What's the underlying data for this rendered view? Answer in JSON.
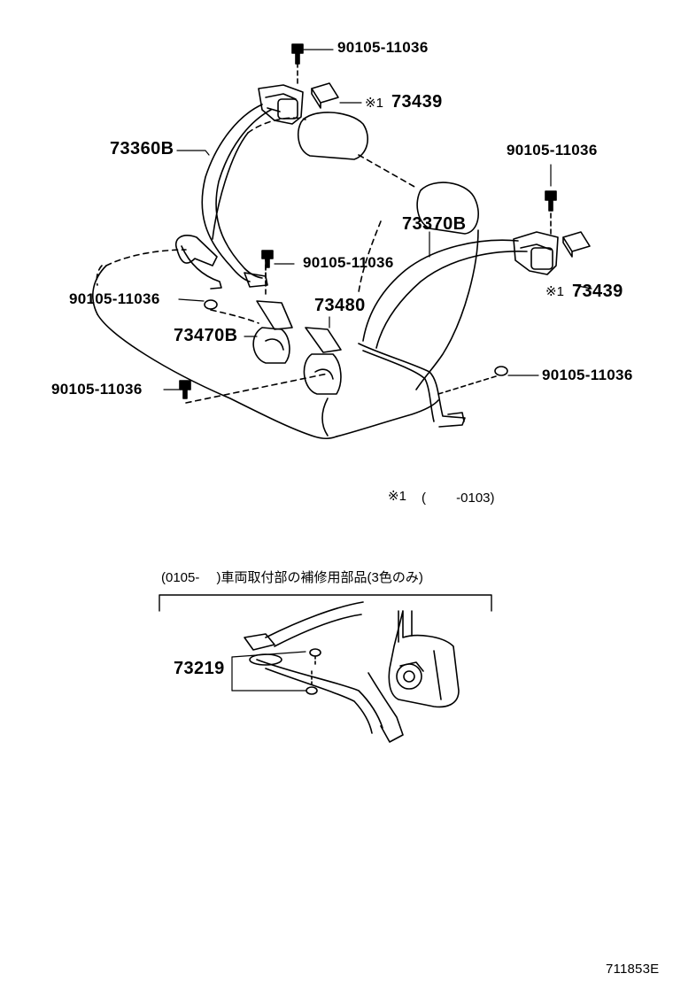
{
  "labels": {
    "bolt_top": "90105-11036",
    "pad_top_mark": "※1",
    "pad_top": "73439",
    "belt_left": "73360B",
    "bolt_right_top": "90105-11036",
    "belt_right": "73370B",
    "bolt_center": "90105-11036",
    "bolt_left_mid": "90105-11036",
    "pad_right_mark": "※1",
    "pad_right": "73439",
    "buckle_right": "73480",
    "buckle_left": "73470B",
    "bolt_right_low": "90105-11036",
    "bolt_left_low": "90105-11036",
    "footnote_mark": "※1",
    "footnote_range": "(　　 -0103)",
    "section_header": "(0105-　 )車両取付部の補修用部品(3色のみ)",
    "inset_part": "73219",
    "figure_code": "711853E"
  }
}
